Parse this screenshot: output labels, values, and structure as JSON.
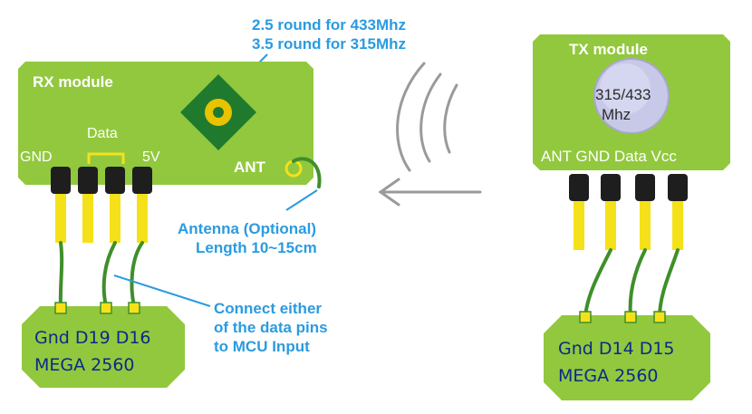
{
  "annotations": {
    "freq_line1": "2.5 round for 433Mhz",
    "freq_line2": "3.5 round for 315Mhz",
    "antenna_line1": "Antenna (Optional)",
    "antenna_line2": "Length 10~15cm",
    "connect_line1": "Connect either",
    "connect_line2": "of the data pins",
    "connect_line3": "to MCU Input"
  },
  "rx_module": {
    "title": "RX module",
    "pin_gnd": "GND",
    "pin_data": "Data",
    "pin_5v": "5V",
    "pin_ant": "ANT"
  },
  "tx_module": {
    "title": "TX module",
    "crystal_line1": "315/433",
    "crystal_line2": "Mhz",
    "pins": "ANT GND Data Vcc"
  },
  "rx_board": {
    "pins": "Gnd D19 D16",
    "name": "MEGA 2560"
  },
  "tx_board": {
    "pins": "Gnd D14 D15",
    "name": "MEGA 2560"
  },
  "colors": {
    "module_green": "#92c83e",
    "wire_green": "#3f8f2a",
    "pin_yellow": "#f5e11a",
    "header_black": "#1e1e1e",
    "annotation_blue": "#2a9be0",
    "label_navy": "#0a2a8a",
    "antenna_pad": "#1f7a2e"
  }
}
